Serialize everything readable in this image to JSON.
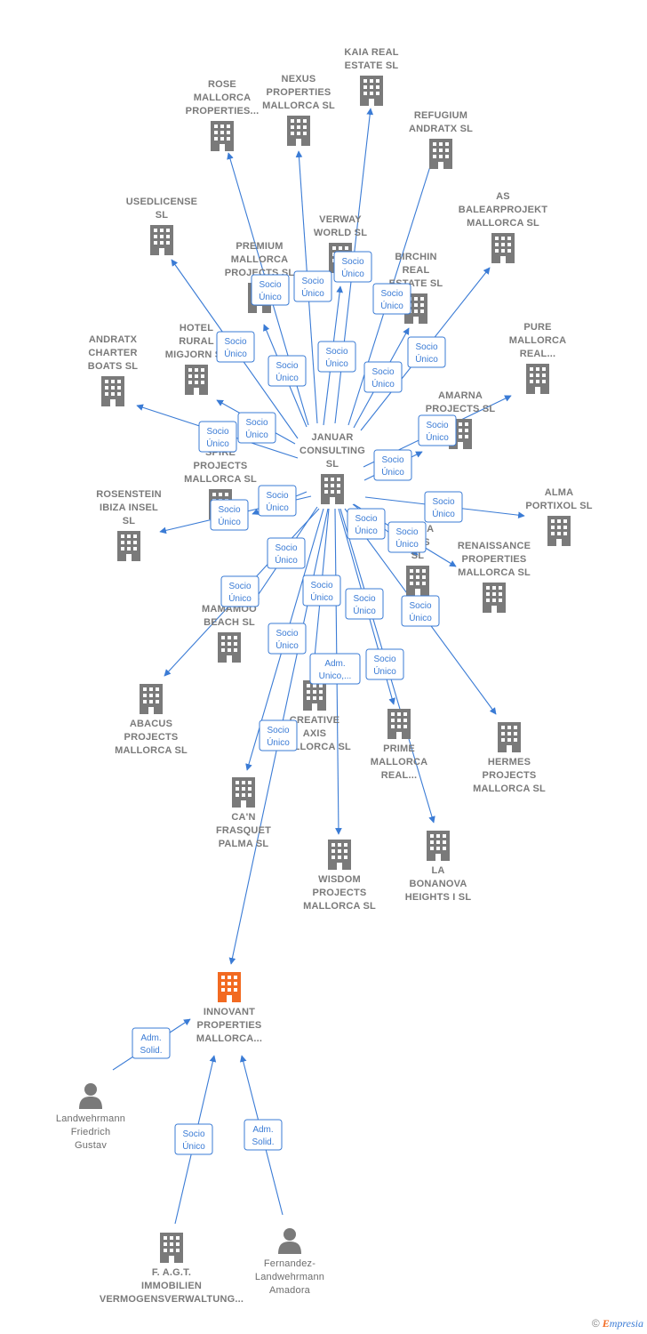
{
  "colors": {
    "edge": "#3a7bd5",
    "building": "#7a7a7a",
    "focus_building": "#f26a21",
    "person": "#7a7a7a"
  },
  "footer": {
    "copyright": "©",
    "brand_first": "E",
    "brand_rest": "mpresia"
  },
  "nodes": [
    {
      "id": "januar",
      "kind": "company",
      "label": [
        "JANUAR",
        "CONSULTING",
        "SL"
      ]
    },
    {
      "id": "kaia",
      "kind": "company",
      "label": [
        "KAIA REAL",
        "ESTATE  SL"
      ]
    },
    {
      "id": "nexus",
      "kind": "company",
      "label": [
        "NEXUS",
        "PROPERTIES",
        "MALLORCA  SL"
      ]
    },
    {
      "id": "rose",
      "kind": "company",
      "label": [
        "ROSE",
        "MALLORCA",
        "PROPERTIES..."
      ]
    },
    {
      "id": "refugium",
      "kind": "company",
      "label": [
        "REFUGIUM",
        "ANDRATX  SL"
      ]
    },
    {
      "id": "usedlicense",
      "kind": "company",
      "label": [
        "USEDLICENSE",
        "SL"
      ]
    },
    {
      "id": "verway",
      "kind": "company",
      "label": [
        "VERWAY",
        "WORLD  SL"
      ]
    },
    {
      "id": "as_balear",
      "kind": "company",
      "label": [
        "AS",
        "BALEARPROJEKT",
        "MALLORCA  SL"
      ]
    },
    {
      "id": "premium",
      "kind": "company",
      "label": [
        "PREMIUM",
        "MALLORCA",
        "PROJECTS  SL"
      ]
    },
    {
      "id": "birchin",
      "kind": "company",
      "label": [
        "BIRCHIN",
        "REAL",
        "ESTATE  SL"
      ]
    },
    {
      "id": "hotel",
      "kind": "company",
      "label": [
        "HOTEL",
        "RURAL",
        "MIGJORN  SL"
      ]
    },
    {
      "id": "andratx_charter",
      "kind": "company",
      "label": [
        "ANDRATX",
        "CHARTER",
        "BOATS  SL"
      ]
    },
    {
      "id": "pure",
      "kind": "company",
      "label": [
        "PURE",
        "MALLORCA",
        "REAL..."
      ]
    },
    {
      "id": "amarna",
      "kind": "company",
      "label": [
        "AMARNA",
        "PROJECTS  SL"
      ]
    },
    {
      "id": "spire",
      "kind": "company",
      "label": [
        "SPIRE",
        "PROJECTS",
        "MALLORCA  SL"
      ]
    },
    {
      "id": "rosenstein",
      "kind": "company",
      "label": [
        "ROSENSTEIN",
        "IBIZA INSEL",
        "SL"
      ]
    },
    {
      "id": "alma",
      "kind": "company",
      "label": [
        "ALMA",
        "PORTIXOL  SL"
      ]
    },
    {
      "id": "media",
      "kind": "company",
      "label": [
        "MEDIA",
        "IONS",
        "SL"
      ]
    },
    {
      "id": "renaissance",
      "kind": "company",
      "label": [
        "RENAISSANCE",
        "PROPERTIES",
        "MALLORCA  SL"
      ]
    },
    {
      "id": "mamamoo",
      "kind": "company",
      "label": [
        "MAMAMOO",
        "BEACH  SL"
      ]
    },
    {
      "id": "abacus",
      "kind": "company",
      "label": [
        "ABACUS",
        "PROJECTS",
        "MALLORCA  SL"
      ]
    },
    {
      "id": "creative",
      "kind": "company",
      "label": [
        "CREATIVE",
        "AXIS",
        "MALLORCA  SL"
      ]
    },
    {
      "id": "prime",
      "kind": "company",
      "label": [
        "PRIME",
        "MALLORCA",
        "REAL..."
      ]
    },
    {
      "id": "hermes",
      "kind": "company",
      "label": [
        "HERMES",
        "PROJECTS",
        "MALLORCA  SL"
      ]
    },
    {
      "id": "can_frasquet",
      "kind": "company",
      "label": [
        "CA'N",
        "FRASQUET",
        "PALMA  SL"
      ]
    },
    {
      "id": "wisdom",
      "kind": "company",
      "label": [
        "WISDOM",
        "PROJECTS",
        "MALLORCA  SL"
      ]
    },
    {
      "id": "bonanova",
      "kind": "company",
      "label": [
        "LA",
        "BONANOVA",
        "HEIGHTS I  SL"
      ]
    },
    {
      "id": "innovant",
      "kind": "company_focus",
      "label": [
        "INNOVANT",
        "PROPERTIES",
        "MALLORCA..."
      ]
    },
    {
      "id": "landwehrmann_fg",
      "kind": "person",
      "label": [
        "Landwehrmann",
        "Friedrich",
        "Gustav"
      ]
    },
    {
      "id": "fagt",
      "kind": "company",
      "label": [
        "F. A.G.T.",
        "IMMOBILIEN",
        "VERMOGENSVERWALTUNG..."
      ]
    },
    {
      "id": "fernandez",
      "kind": "person",
      "label": [
        "Fernandez-",
        "Landwehrmann",
        "Amadora"
      ]
    }
  ],
  "edges": [
    {
      "from": "januar",
      "to": "kaia",
      "label": [
        "Socio",
        "Único"
      ]
    },
    {
      "from": "januar",
      "to": "nexus",
      "label": [
        "Socio",
        "Único"
      ]
    },
    {
      "from": "januar",
      "to": "rose",
      "label": [
        "Socio",
        "Único"
      ]
    },
    {
      "from": "januar",
      "to": "refugium",
      "label": [
        "Socio",
        "Único"
      ]
    },
    {
      "from": "januar",
      "to": "usedlicense",
      "label": [
        "Socio",
        "Único"
      ]
    },
    {
      "from": "januar",
      "to": "verway",
      "label": [
        "Socio",
        "Único"
      ]
    },
    {
      "from": "januar",
      "to": "as_balear",
      "label": [
        "Socio",
        "Único"
      ]
    },
    {
      "from": "januar",
      "to": "premium",
      "label": [
        "Socio",
        "Único"
      ]
    },
    {
      "from": "januar",
      "to": "birchin",
      "label": [
        "Socio",
        "Único"
      ]
    },
    {
      "from": "januar",
      "to": "hotel",
      "label": [
        "Socio",
        "Único"
      ]
    },
    {
      "from": "januar",
      "to": "andratx_charter",
      "label": [
        "Socio",
        "Único"
      ]
    },
    {
      "from": "januar",
      "to": "pure",
      "label": [
        "Socio",
        "Único"
      ]
    },
    {
      "from": "januar",
      "to": "amarna",
      "label": [
        "Socio",
        "Único"
      ]
    },
    {
      "from": "januar",
      "to": "rosenstein",
      "label": [
        "Socio",
        "Único"
      ]
    },
    {
      "from": "januar",
      "to": "spire",
      "label": [
        "Socio",
        "Único"
      ]
    },
    {
      "from": "januar",
      "to": "alma",
      "label": [
        "Socio",
        "Único"
      ]
    },
    {
      "from": "januar",
      "to": "media",
      "label": [
        "Socio",
        "Único"
      ]
    },
    {
      "from": "januar",
      "to": "renaissance",
      "label": [
        "Socio",
        "Único"
      ]
    },
    {
      "from": "januar",
      "to": "mamamoo",
      "label": [
        "Socio",
        "Único"
      ]
    },
    {
      "from": "januar",
      "to": "abacus",
      "label": [
        "Socio",
        "Único"
      ]
    },
    {
      "from": "januar",
      "to": "creative",
      "label": [
        "Adm.",
        "Unico,..."
      ]
    },
    {
      "from": "januar",
      "to": "prime",
      "label": [
        "Socio",
        "Único"
      ]
    },
    {
      "from": "januar",
      "to": "hermes",
      "label": [
        "Socio",
        "Único"
      ]
    },
    {
      "from": "januar",
      "to": "can_frasquet",
      "label": [
        "Socio",
        "Único"
      ]
    },
    {
      "from": "januar",
      "to": "wisdom",
      "label": [
        "Socio",
        "Único"
      ]
    },
    {
      "from": "januar",
      "to": "bonanova",
      "label": [
        "Socio",
        "Único"
      ]
    },
    {
      "from": "januar",
      "to": "innovant",
      "label": [
        "Socio",
        "Único"
      ]
    },
    {
      "from": "landwehrmann_fg",
      "to": "innovant",
      "label": [
        "Adm.",
        "Solid."
      ]
    },
    {
      "from": "fagt",
      "to": "innovant",
      "label": [
        "Socio",
        "Único"
      ]
    },
    {
      "from": "fernandez",
      "to": "innovant",
      "label": [
        "Adm.",
        "Solid."
      ]
    }
  ]
}
